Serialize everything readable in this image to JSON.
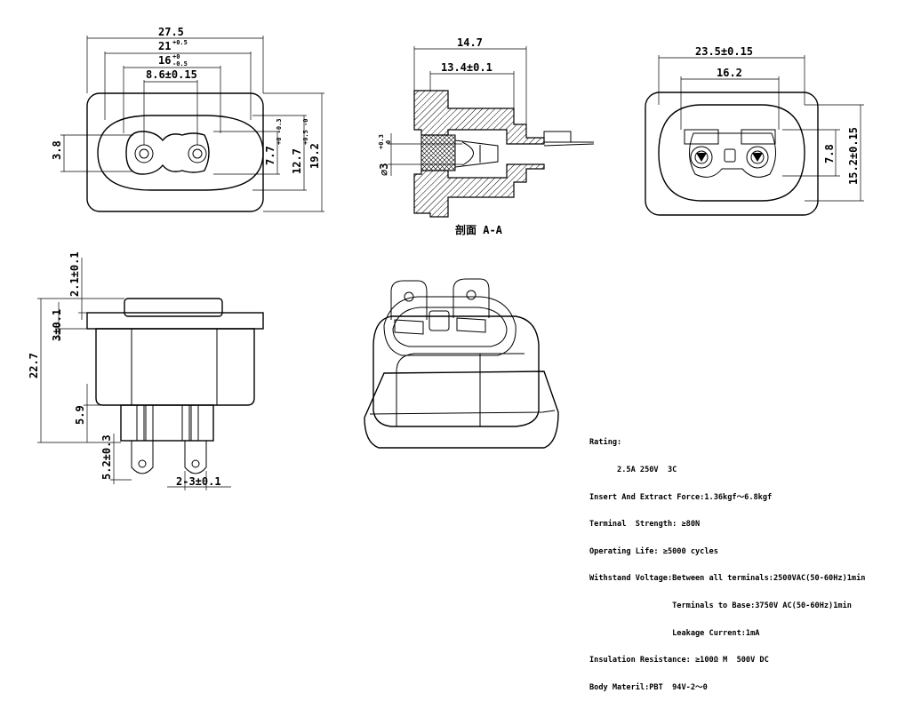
{
  "front_view": {
    "dim_overall_width": "27.5",
    "dim_21": "21",
    "dim_21_tol": "+0.5",
    "dim_16": "16",
    "dim_16_tol_top": "+0",
    "dim_16_tol_bot": "-0.5",
    "dim_pin_spacing": "8.6±0.15",
    "dim_3_8": "3.8",
    "dim_7_7": "7.7",
    "dim_7_7_tol": "+0 -0.3",
    "dim_12_7": "12.7",
    "dim_12_7_tol": "+0.5 -0",
    "dim_19_2": "19.2"
  },
  "section_view": {
    "dim_14_7": "14.7",
    "dim_13_4": "13.4±0.1",
    "dim_dia": "∅3",
    "dim_dia_tol_top": "+0.3",
    "dim_dia_tol_bot": "0",
    "caption": "剖面 A-A"
  },
  "rear_view": {
    "dim_23_5": "23.5±0.15",
    "dim_16_2": "16.2",
    "dim_7_8": "7.8",
    "dim_15_2": "15.2±0.15"
  },
  "side_view": {
    "dim_2_1": "2.1±0.1",
    "dim_3": "3±0.1",
    "dim_22_7": "22.7",
    "dim_5_9": "5.9",
    "dim_5_2": "5.2±0.3",
    "dim_2_3": "2-3±0.1"
  },
  "specs": {
    "line1": "Rating:",
    "line2": "      2.5A 250V  3C",
    "line3": "Insert And Extract Force:1.36kgf～6.8kgf",
    "line4": "Terminal  Strength: ≥80N",
    "line5": "Operating Life: ≥5000 cycles",
    "line6": "Withstand Voltage:Between all terminals:2500VAC(50-60Hz)1min",
    "line7": "                  Terminals to Base:3750V AC(50-60Hz)1min",
    "line8": "                  Leakage Current:1mA",
    "line9": "Insulation Resistance: ≥100Ω M  500V DC",
    "line10": "Body Materil:PBT  94V-2～0"
  }
}
